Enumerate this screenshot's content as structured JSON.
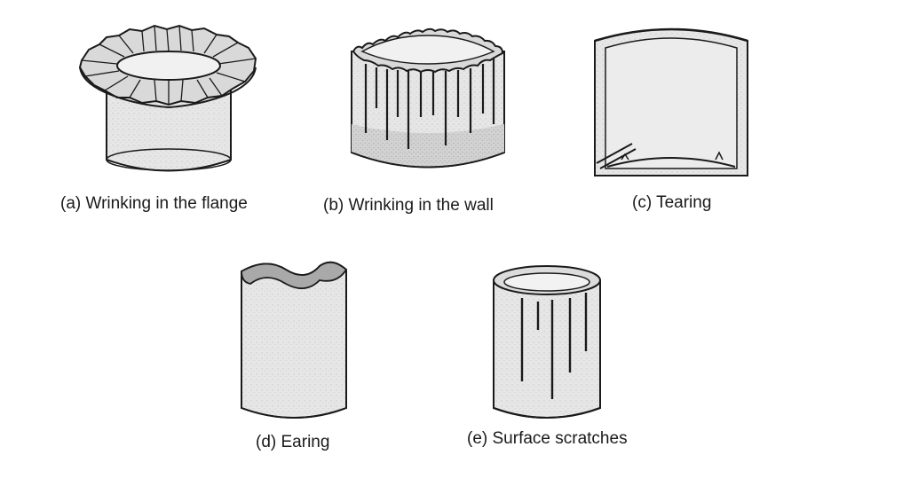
{
  "figures": [
    {
      "id": "a",
      "caption": "(a) Wrinking in the flange",
      "shape": "cup-with-wrinkled-flange"
    },
    {
      "id": "b",
      "caption": "(b) Wrinking in the wall",
      "shape": "cup-with-wrinkled-wall"
    },
    {
      "id": "c",
      "caption": "(c) Tearing",
      "shape": "cup-with-torn-base"
    },
    {
      "id": "d",
      "caption": "(d) Earing",
      "shape": "cup-with-wavy-rim"
    },
    {
      "id": "e",
      "caption": "(e) Surface scratches",
      "shape": "cup-with-vertical-scratches"
    }
  ],
  "colors": {
    "ink": "#1a1a1a",
    "fill": "#e4e4e4",
    "fill_dark": "#cfcfcf",
    "rim": "#9a9a9a"
  }
}
